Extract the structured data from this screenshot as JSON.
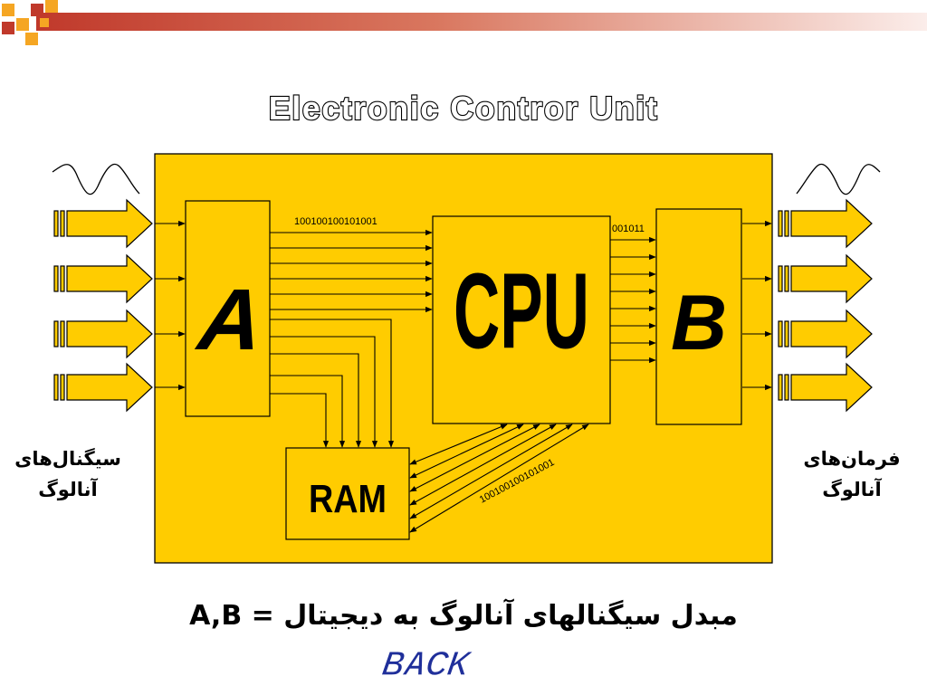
{
  "slide": {
    "title": "Electronic Contror Unit",
    "colors": {
      "ecu_fill": "#FFCC00",
      "stroke": "#000000",
      "banner_red": "#C0392B",
      "banner_orange": "#F5A623",
      "back_fill": "#1F2F9A"
    }
  },
  "diagram": {
    "block_a": "A",
    "block_b": "B",
    "cpu": "CPU",
    "ram": "RAM",
    "bits_a_cpu": "100100100101001",
    "bits_cpu_b": "001011",
    "bits_ram": "100100100101001"
  },
  "labels": {
    "input_line1": "سیگنال‌های",
    "input_line2": "آنالوگ",
    "output_line1": "فرمان‌های",
    "output_line2": "آنالوگ"
  },
  "caption": {
    "text": "A,B = مبدل سیگنالهای آنالوگ به دیجیتال"
  },
  "nav": {
    "back_label": "BACK"
  }
}
